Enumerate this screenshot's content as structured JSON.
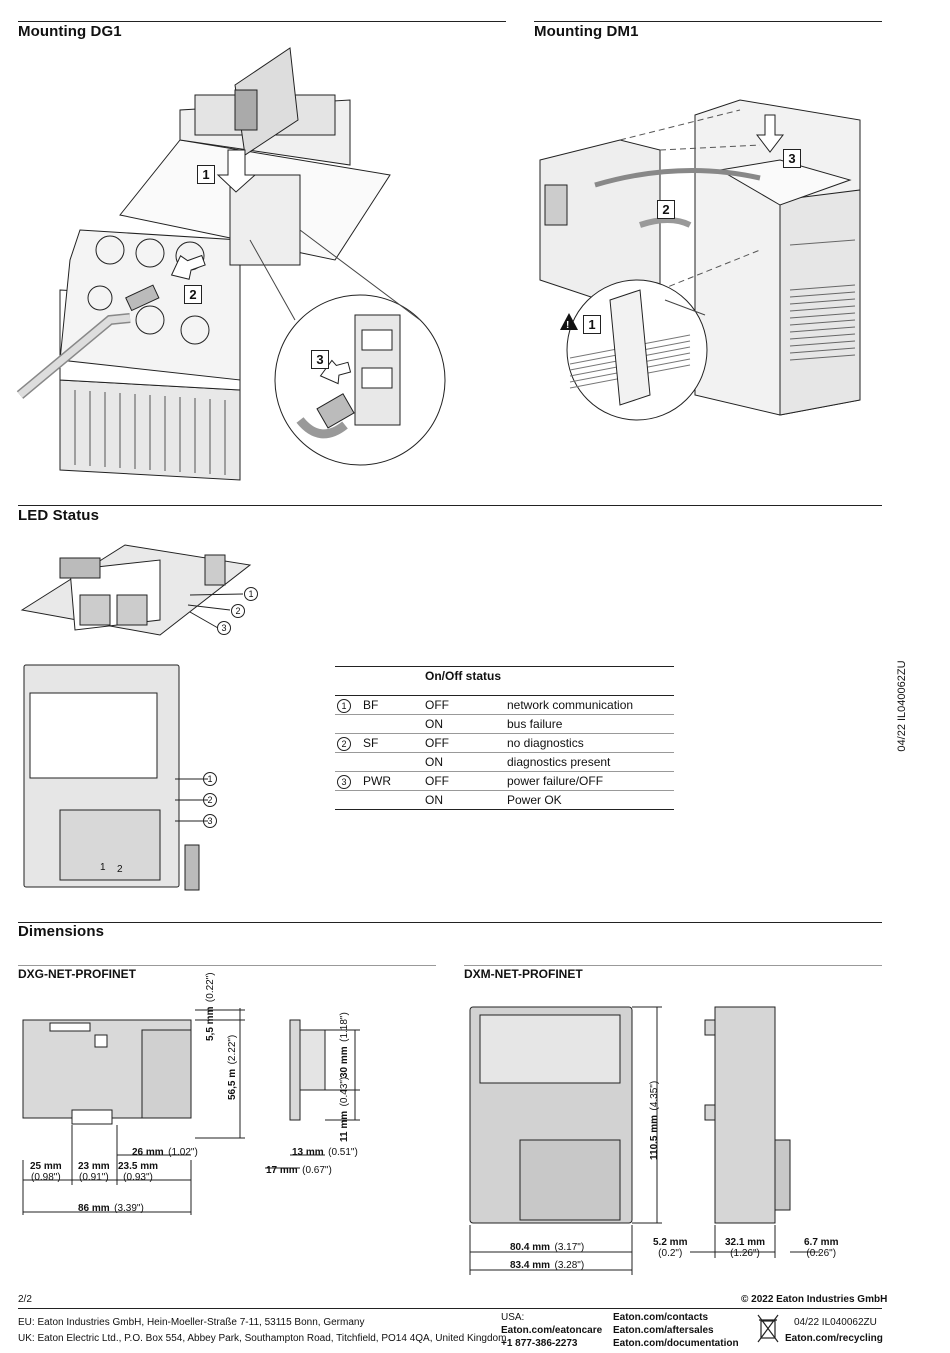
{
  "sections": {
    "mounting_dg1": "Mounting DG1",
    "mounting_dm1": "Mounting DM1",
    "led_status": "LED Status",
    "dimensions": "Dimensions",
    "dxg_title": "DXG-NET-PROFINET",
    "dxm_title": "DXM-NET-PROFINET"
  },
  "steps": {
    "one": "1",
    "two": "2",
    "three": "3"
  },
  "led_callouts": {
    "c1": "1",
    "c2": "2",
    "c3": "3",
    "slot1": "1",
    "slot2": "2"
  },
  "led_table": {
    "header": "On/Off status",
    "rows": [
      {
        "num": "1",
        "signal": "BF",
        "state": "OFF",
        "meaning": "network communication"
      },
      {
        "num": "",
        "signal": "",
        "state": "ON",
        "meaning": "bus failure"
      },
      {
        "num": "2",
        "signal": "SF",
        "state": "OFF",
        "meaning": "no diagnostics"
      },
      {
        "num": "",
        "signal": "",
        "state": "ON",
        "meaning": "diagnostics present"
      },
      {
        "num": "3",
        "signal": "PWR",
        "state": "OFF",
        "meaning": "power failure/OFF"
      },
      {
        "num": "",
        "signal": "",
        "state": "ON",
        "meaning": "Power OK"
      }
    ]
  },
  "side_code": "04/22 IL040062ZU",
  "dxg_dims": {
    "h1": "5,5 mm",
    "h1_in": "(0.22\")",
    "h2": "56,5 m",
    "h2_in": "(2.22\")",
    "w26": "26 mm",
    "w26_in": "(1.02\")",
    "w25": "25 mm",
    "w25_in": "(0.98\")",
    "w23": "23 mm",
    "w23_in": "(0.91\")",
    "w235": "23.5 mm",
    "w235_in": "(0.93\")",
    "w86": "86 mm",
    "w86_in": "(3.39\")",
    "s30": "30 mm",
    "s30_in": "(1.18\")",
    "s11": "11 mm",
    "s11_in": "(0.43\")",
    "s13": "13 mm",
    "s13_in": "(0.51\")",
    "s17": "17 mm",
    "s17_in": "(0.67\")"
  },
  "dxm_dims": {
    "h1105": "110.5 mm",
    "h1105_in": "(4.35\")",
    "w804": "80.4 mm",
    "w804_in": "(3.17\")",
    "w834": "83.4 mm",
    "w834_in": "(3.28\")",
    "w52": "5.2 mm",
    "w52_in": "(0.2\")",
    "w321": "32.1 mm",
    "w321_in": "(1.26\")",
    "w67": "6.7 mm",
    "w67_in": "(0.26\")"
  },
  "footer": {
    "page": "2/2",
    "copyright": "© 2022 Eaton Industries GmbH",
    "eu": "EU: Eaton Industries GmbH, Hein-Moeller-Straße 7-11, 53115 Bonn, Germany",
    "uk": "UK: Eaton Electric Ltd., P.O. Box 554, Abbey Park, Southampton Road, Titchfield, PO14 4QA, United Kingdom",
    "usa_label": "USA:",
    "usa_link": "Eaton.com/eatoncare",
    "usa_phone": "+1 877-386-2273",
    "contacts": "Eaton.com/contacts",
    "aftersales": "Eaton.com/aftersales",
    "documentation": "Eaton.com/documentation",
    "code": "04/22 IL040062ZU",
    "recycling": "Eaton.com/recycling"
  },
  "colors": {
    "device_grey": "#d2d2d2",
    "panel_grey": "#e6e6e6",
    "line": "#222222"
  }
}
